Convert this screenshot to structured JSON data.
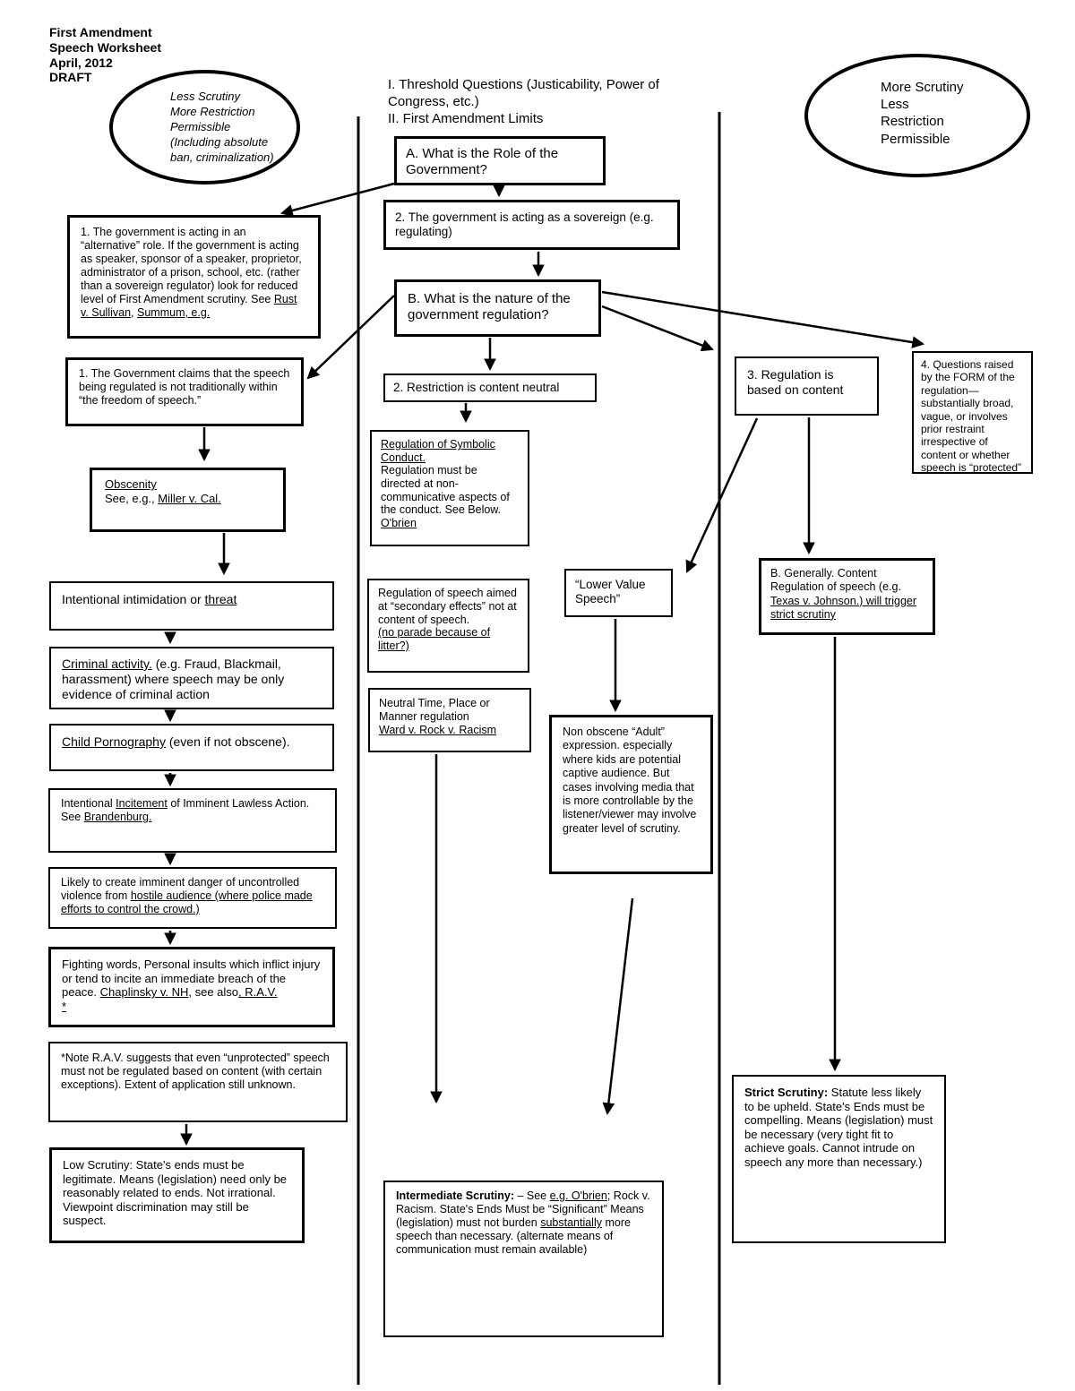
{
  "page": {
    "title": "First Amendment\nSpeech Worksheet\nApril, 2012\nDRAFT",
    "section_header": "I.  Threshold Questions (Justicability, Power of\nCongress, etc.)\nII. First Amendment Limits"
  },
  "ellipses": {
    "left": "Less Scrutiny\nMore Restriction\nPermissible\n(Including absolute\nban, criminalization)",
    "right": "More Scrutiny\nLess\nRestriction\nPermissible"
  },
  "boxes": {
    "a_role": {
      "text": "A. What is the Role of the Government?"
    },
    "sovereign": {
      "text": "2. The government is acting as a sovereign (e.g. regulating)"
    },
    "b_nature": {
      "text": "B. What is the nature of the government regulation?"
    },
    "content_neutral": {
      "text": "2. Restriction is content neutral"
    },
    "alternative_role": {
      "segments": [
        {
          "t": "1. The government is acting in an “alternative” role. If the government is acting as speaker, sponsor of a speaker, proprietor, administrator of a prison, school, etc. (rather than a sovereign regulator) look for reduced level of First Amendment scrutiny.  See "
        },
        {
          "t": "Rust v. Sullivan",
          "u": true
        },
        {
          "t": ", "
        },
        {
          "t": "Summum, e.g.",
          "u": true
        }
      ]
    },
    "gov_claims": {
      "text": "1. The Government claims that the speech being regulated is not traditionally within “the freedom of speech.”"
    },
    "obscenity": {
      "segments": [
        {
          "t": "Obscenity",
          "u": true
        },
        {
          "br": true
        },
        {
          "t": "See, e.g., "
        },
        {
          "t": "Miller v. Cal.",
          "u": true
        }
      ]
    },
    "threat": {
      "segments": [
        {
          "t": "Intentional intimidation or "
        },
        {
          "t": "threat",
          "u": true
        }
      ]
    },
    "criminal": {
      "segments": [
        {
          "t": "Criminal activity.",
          "u": true
        },
        {
          "t": " (e.g. Fraud, Blackmail, harassment) where speech may be only evidence of criminal action"
        }
      ]
    },
    "child_porn": {
      "segments": [
        {
          "t": "Child Pornography",
          "u": true
        },
        {
          "t": " (even if not obscene)."
        }
      ]
    },
    "incitement": {
      "segments": [
        {
          "t": "Intentional "
        },
        {
          "t": "Incitement",
          "u": true
        },
        {
          "t": " of Imminent Lawless Action. See "
        },
        {
          "t": "Brandenburg.",
          "u": true
        }
      ]
    },
    "hostile": {
      "segments": [
        {
          "t": "Likely to create imminent danger of uncontrolled violence from "
        },
        {
          "t": "hostile audience (where police made efforts to control the crowd.)",
          "u": true
        }
      ]
    },
    "fighting": {
      "segments": [
        {
          "t": "Fighting words, Personal insults which inflict injury or tend to incite an immediate breach of the peace.  "
        },
        {
          "t": "Chaplinsky v. NH",
          "u": true
        },
        {
          "t": ", see also"
        },
        {
          "t": ", R.A.V.",
          "u": true
        },
        {
          "br": true
        },
        {
          "t": "*",
          "u": true
        }
      ]
    },
    "note_rav": {
      "text": "*Note R.A.V. suggests that even “unprotected” speech must not be regulated based on content (with certain exceptions).  Extent of application still unknown."
    },
    "low_scrutiny": {
      "text": "Low Scrutiny: State's ends must be legitimate.  Means (legislation) need only be reasonably related to ends.  Not irrational.  Viewpoint discrimination may still be suspect."
    },
    "symbolic": {
      "segments": [
        {
          "t": "Regulation of Symbolic Conduct.",
          "u": true
        },
        {
          "br": true
        },
        {
          "t": "Regulation must be directed at non-communicative aspects of the conduct.  See Below.  "
        },
        {
          "t": "O'brien",
          "u": true
        }
      ]
    },
    "secondary": {
      "segments": [
        {
          "t": "Regulation of speech aimed at “secondary effects” not at content of speech."
        },
        {
          "br": true
        },
        {
          "t": "(no parade because of litter?)",
          "u": true
        }
      ]
    },
    "tpm": {
      "segments": [
        {
          "t": "Neutral Time, Place or Manner regulation"
        },
        {
          "br": true
        },
        {
          "t": "Ward v. Rock v. Racism",
          "u": true
        }
      ]
    },
    "lower_value": {
      "text": "“Lower Value Speech”"
    },
    "content_based": {
      "text": "3. Regulation is based on content"
    },
    "form_questions": {
      "text": "4. Questions  raised by the FORM of the regulation—substantially broad, vague, or involves prior restraint irrespective of content or whether speech is “protected”"
    },
    "adult": {
      "text": "Non obscene “Adult” expression. especially where kids are potential captive audience.  But cases involving media that is more controllable by the listener/viewer may involve greater level of scrutiny."
    },
    "b_generally": {
      "segments": [
        {
          "t": "B. Generally. Content Regulation of speech (e.g. "
        },
        {
          "t": "Texas v. Johnson.) will trigger strict scrutiny",
          "u": true
        }
      ]
    },
    "strict": {
      "segments": [
        {
          "t": "Strict Scrutiny:",
          "b": true
        },
        {
          "t": "  Statute less likely to be upheld.  State's Ends must be compelling.  Means (legislation) must be necessary (very tight fit to achieve goals. Cannot intrude on speech any more than necessary.)"
        }
      ]
    },
    "intermediate": {
      "segments": [
        {
          "t": "Intermediate Scrutiny:",
          "b": true
        },
        {
          "t": " – See "
        },
        {
          "t": "e.g. O'brien",
          "u": true
        },
        {
          "t": "; Rock v. Racism.  State's Ends Must be “Significant” Means (legislation) must not burden "
        },
        {
          "t": "substantially",
          "u": true
        },
        {
          "t": " more speech than necessary. (alternate means of communication must remain available)"
        }
      ]
    }
  }
}
